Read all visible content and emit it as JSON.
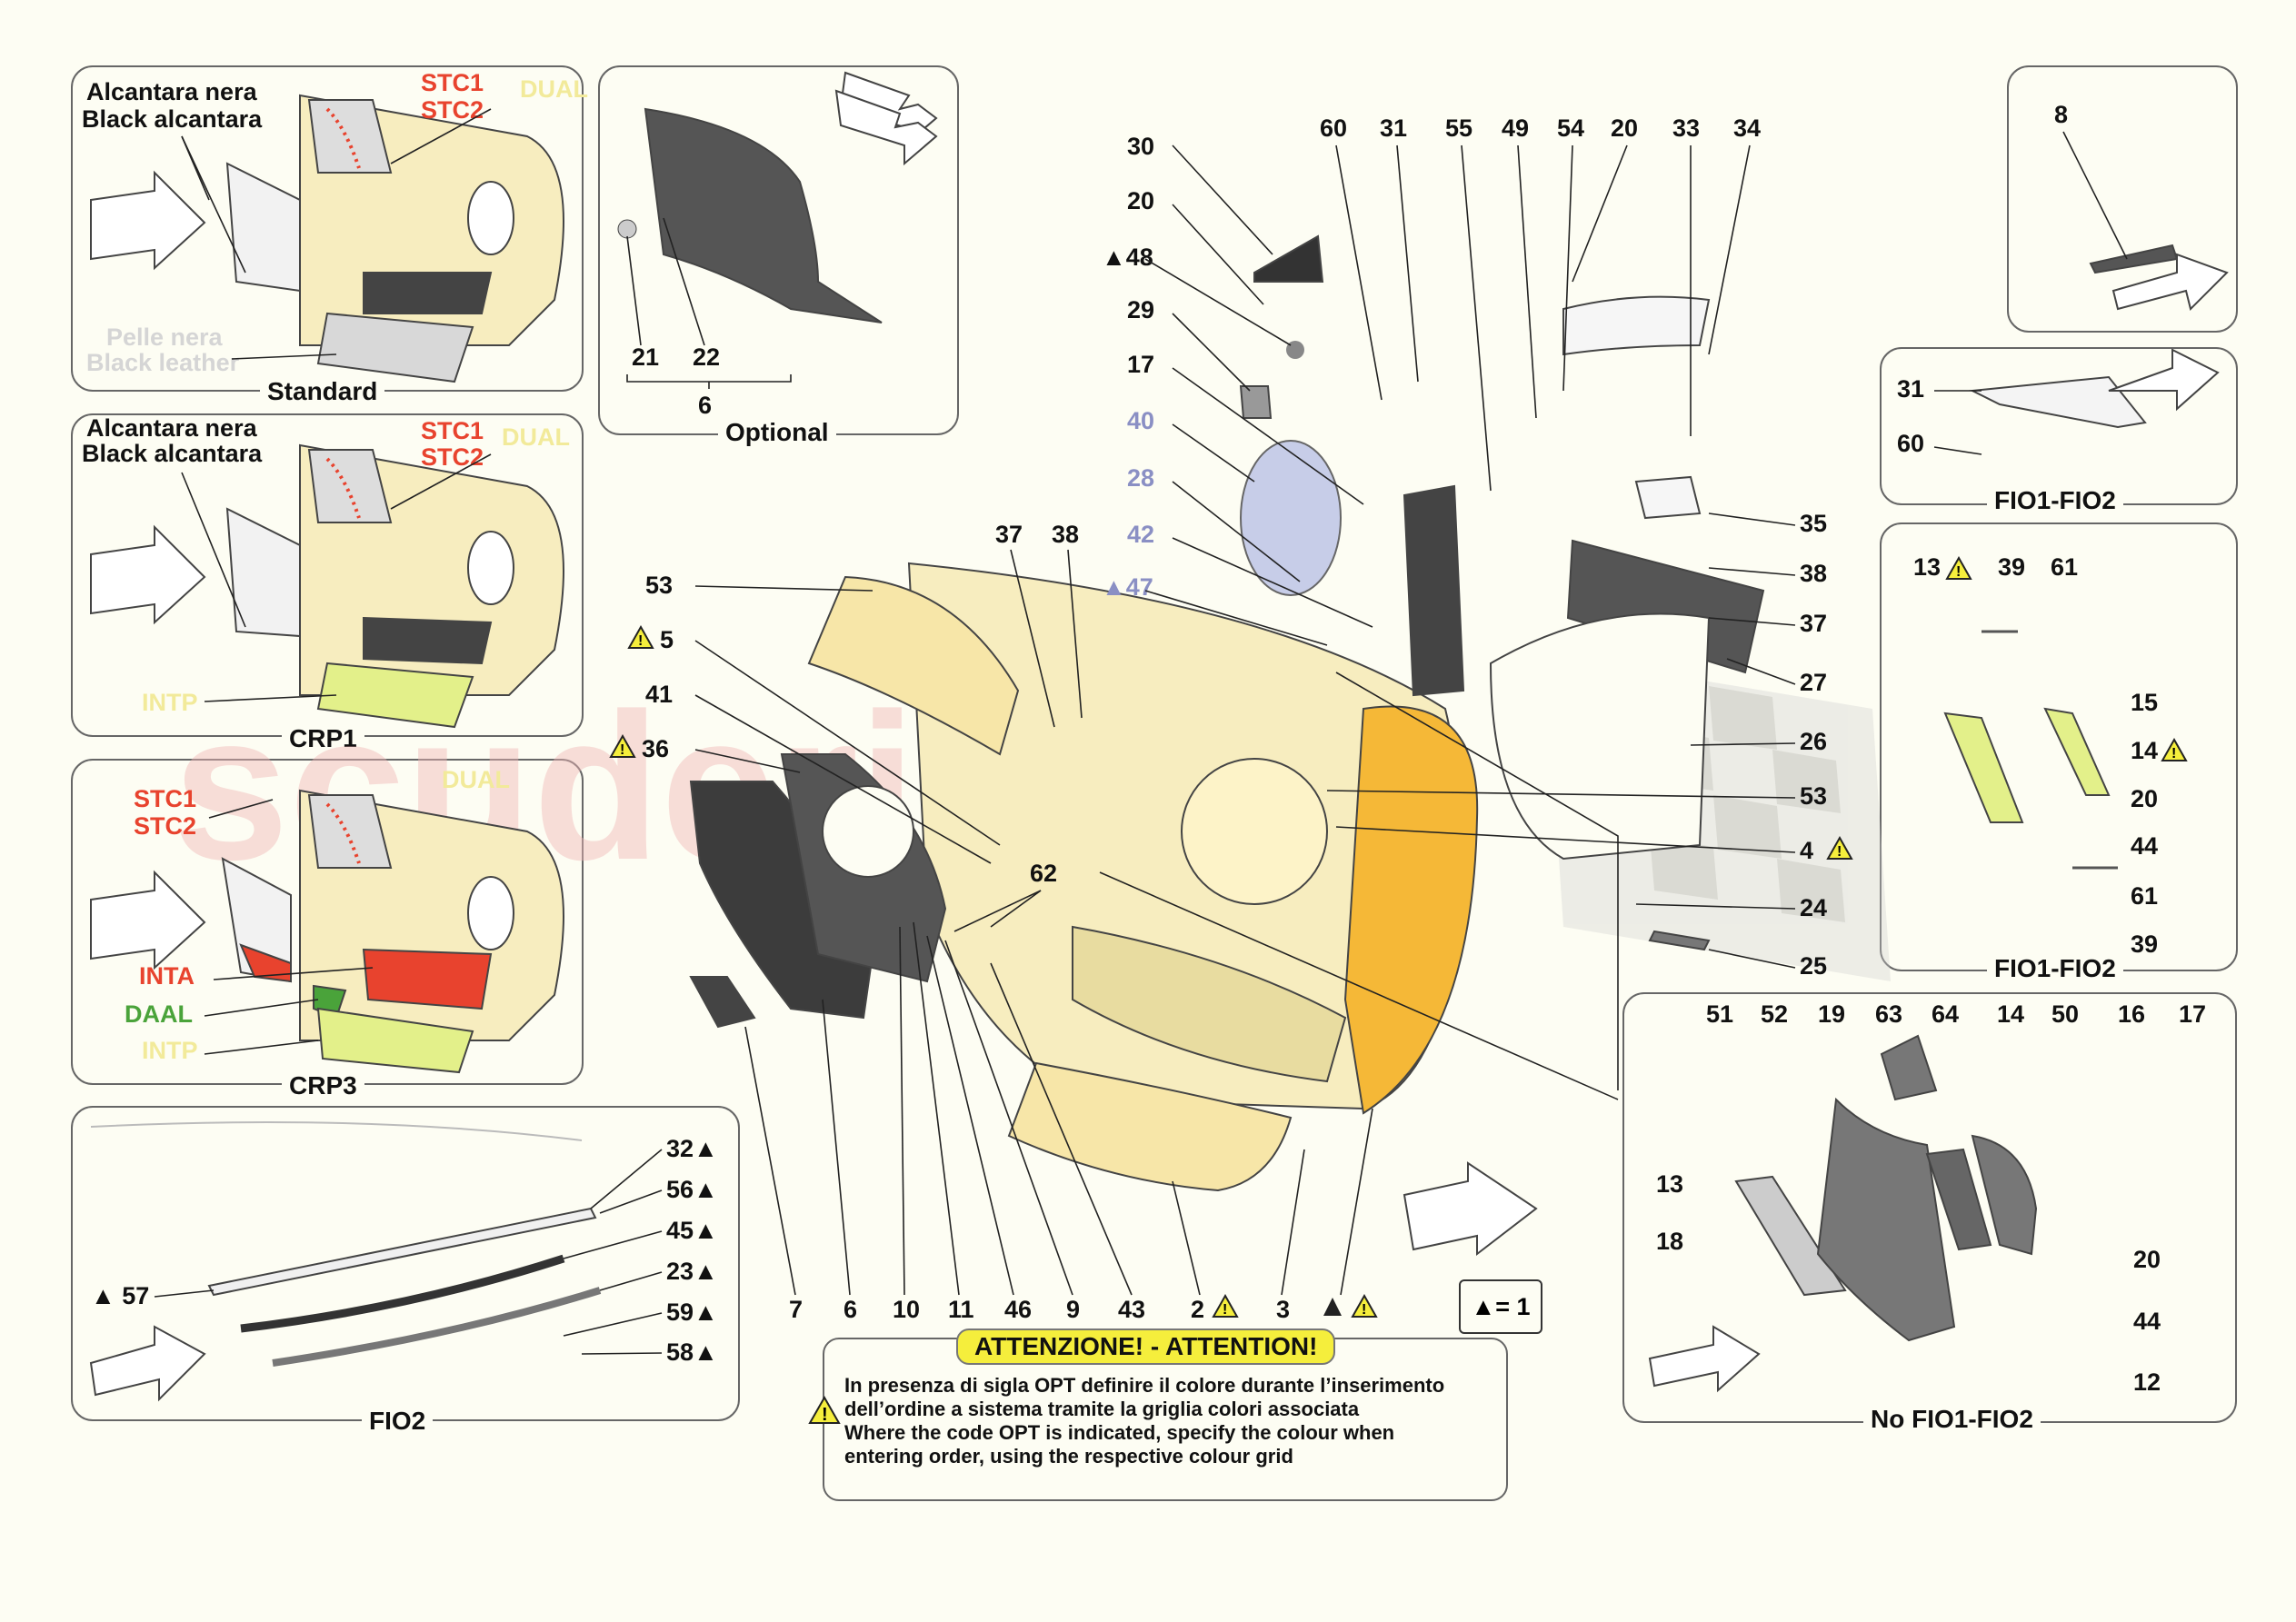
{
  "panels": {
    "standard": {
      "caption": "Standard",
      "alc_it": "Alcantara nera",
      "alc_en": "Black alcantara",
      "stc1": "STC1",
      "stc2": "STC2",
      "dual": "DUAL",
      "pelle_it": "Pelle nera",
      "pelle_en": "Black leather"
    },
    "crp1": {
      "caption": "CRP1",
      "alc_it": "Alcantara nera",
      "alc_en": "Black alcantara",
      "stc1": "STC1",
      "stc2": "STC2",
      "dual": "DUAL",
      "intp": "INTP"
    },
    "crp3": {
      "caption": "CRP3",
      "stc1": "STC1",
      "stc2": "STC2",
      "dual": "DUAL",
      "inta": "INTA",
      "daal": "DAAL",
      "intp": "INTP"
    },
    "fio2_left": {
      "caption": "FIO2",
      "labels": [
        "32▲",
        "56▲",
        "45▲",
        "23▲",
        "59▲",
        "58▲",
        "▲ 57"
      ]
    },
    "optional": {
      "caption": "Optional",
      "n21": "21",
      "n22": "22",
      "n6": "6"
    },
    "top_right": {
      "n8": "8"
    },
    "fio_a": {
      "caption": "FIO1-FIO2",
      "n31": "31",
      "n60": "60"
    },
    "fio_b": {
      "caption": "FIO1-FIO2",
      "labels": [
        "13",
        "39",
        "61",
        "15",
        "14",
        "20",
        "44",
        "61",
        "39"
      ]
    },
    "no_fio": {
      "caption": "No FIO1-FIO2",
      "labels": [
        "51",
        "52",
        "19",
        "63",
        "64",
        "14",
        "50",
        "16",
        "17",
        "13",
        "18",
        "20",
        "44",
        "12"
      ]
    }
  },
  "main_labels": {
    "top_row": [
      "60",
      "31",
      "55",
      "49",
      "54",
      "20",
      "33",
      "34"
    ],
    "left_col": [
      "30",
      "20",
      "▲48",
      "29",
      "17",
      "40",
      "28",
      "42",
      "▲47"
    ],
    "right_col": [
      "35",
      "38",
      "37",
      "27",
      "26",
      "53",
      "4",
      "24",
      "25"
    ],
    "upper_left": [
      "37",
      "38",
      "53",
      "5",
      "41",
      "36",
      "62"
    ],
    "bottom_row": [
      "7",
      "6",
      "10",
      "11",
      "46",
      "9",
      "43",
      "2",
      "3",
      ""
    ]
  },
  "legend_text": "▲= 1",
  "attention": {
    "title": "ATTENZIONE! - ATTENTION!",
    "line1": "In presenza di sigla OPT definire il colore durante l’inserimento",
    "line2": "dell’ordine a sistema tramite la griglia colori associata",
    "line3": "Where the code OPT is indicated, specify the colour when",
    "line4": "entering order, using the respective colour grid"
  },
  "watermark": "scuderia",
  "colors": {
    "door_fill": "#f7edbf",
    "door_accent": "#f5b837",
    "stc_red": "#e8432e",
    "daal_green": "#4aa33a",
    "intp_yellow": "#e3f08a",
    "dark_part": "#555555",
    "warning_yellow": "#f5ee3c"
  }
}
